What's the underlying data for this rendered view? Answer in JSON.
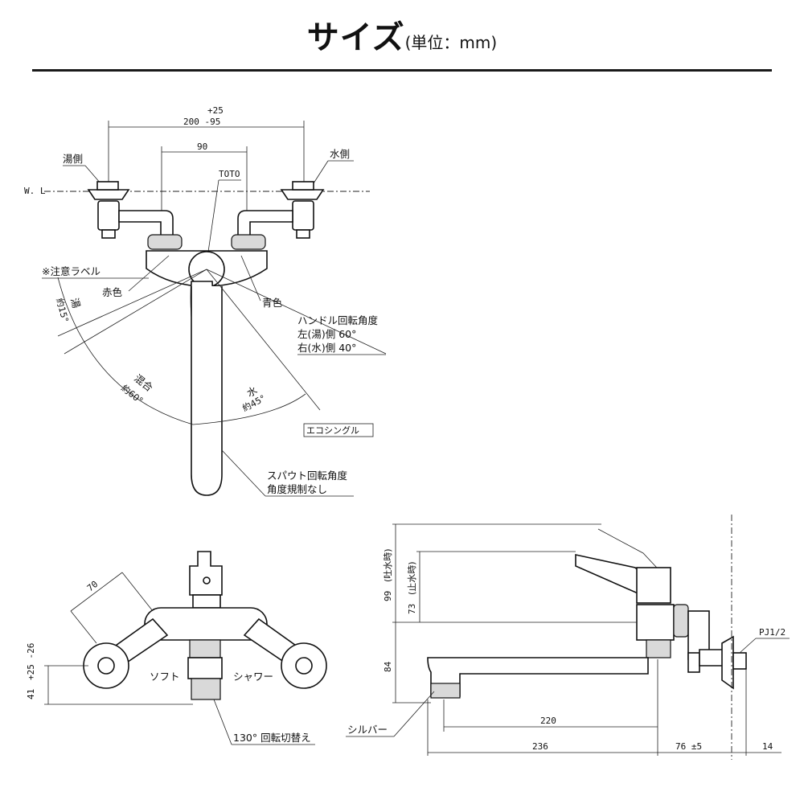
{
  "header": {
    "title": "サイズ",
    "unit": "(単位：mm)"
  },
  "top_view": {
    "dim_total_tol_plus": "+25",
    "dim_total": "200 -95",
    "dim_center": "90",
    "label_hot_side": "湯側",
    "label_cold_side": "水側",
    "label_wl": "W. L",
    "label_brand": "TOTO",
    "label_caution": "※注意ラベル",
    "label_red": "赤色",
    "label_blue": "青色",
    "label_hot_angle": "湯",
    "label_hot_angle_val": "約15°",
    "label_mix": "混合",
    "label_mix_val": "約60°",
    "label_water": "水",
    "label_water_val": "約45°",
    "handle_title": "ハンドル回転角度",
    "handle_left": "左(湯)側 60°",
    "handle_right": "右(水)側 40°",
    "eco_badge": "エコシングル",
    "spout_title": "スパウト回転角度",
    "spout_sub": "角度規制なし"
  },
  "front_view": {
    "dim_arm": "70",
    "dim_height_tol": "+25 -26",
    "dim_height": "41",
    "label_soft": "ソフト",
    "label_shower": "シャワー",
    "label_switch": "130° 回転切替え"
  },
  "side_view": {
    "dim_spout_height": "99",
    "dim_spout_height_note": "(吐水時)",
    "dim_stop_height": "73",
    "dim_stop_height_note": "(止水時)",
    "dim_body": "84",
    "dim_reach_inner": "220",
    "dim_reach": "236",
    "dim_wall": "76 ±5",
    "dim_flange": "14",
    "label_silver": "シルバー",
    "label_thread": "PJ1/2"
  }
}
